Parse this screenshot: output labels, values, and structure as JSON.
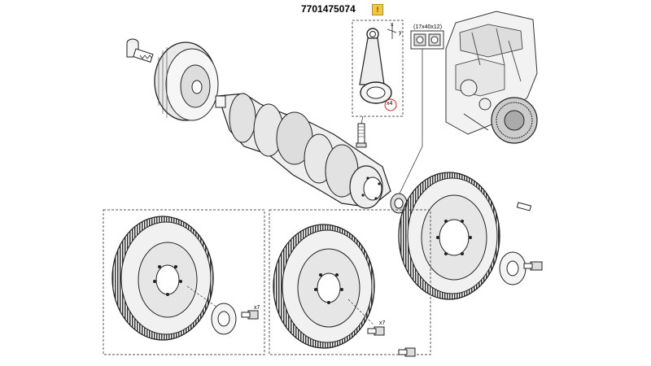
{
  "header": {
    "part_number": "7701475074",
    "info_badge": "!"
  },
  "labels": {
    "bearing_dimensions": "(17x40x12)",
    "connecting_rod_quantity": "x4",
    "bolt_quantity_dmf_left": "x7",
    "bolt_quantity_dmf_right": "x7",
    "axis_x": "x",
    "axis_y": "y"
  },
  "colors": {
    "line": "#222222",
    "dashed_frame": "#555555",
    "qty_highlight_circle": "#e02020",
    "badge": "#f5c842"
  }
}
